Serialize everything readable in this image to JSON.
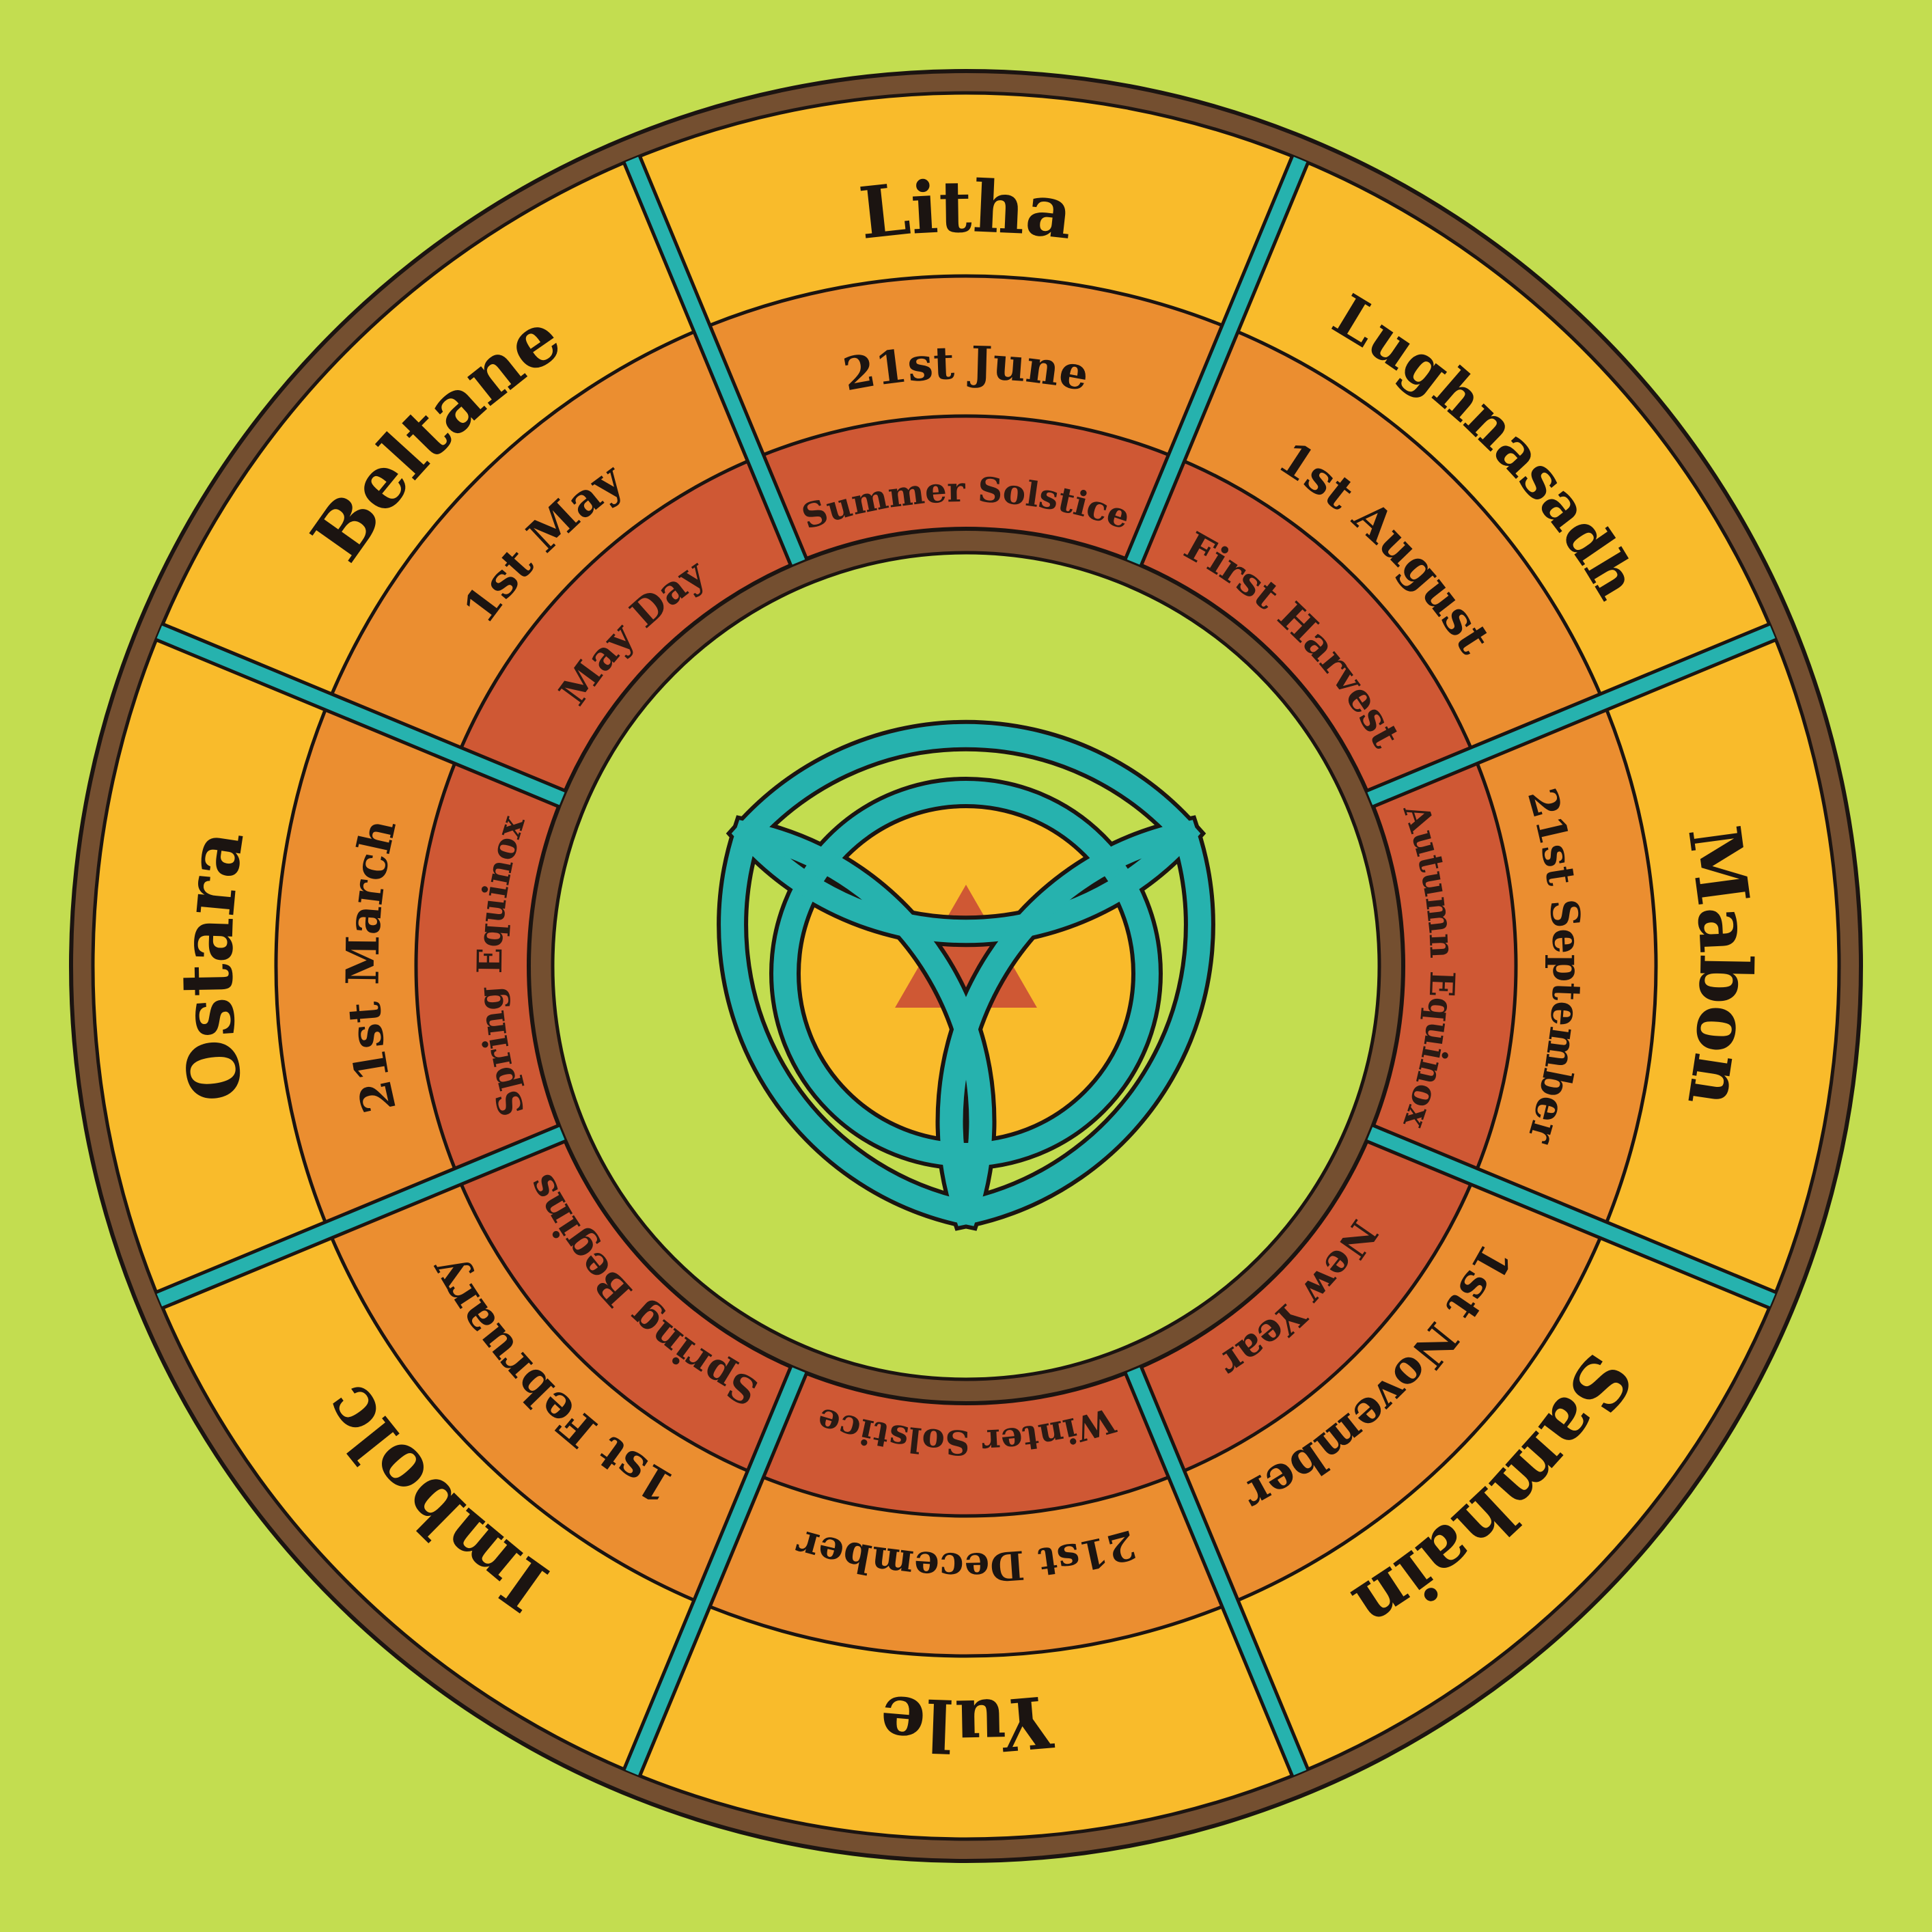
{
  "colors": {
    "background": "#c3dd50",
    "outer_ring": "#f9bb2b",
    "middle_ring": "#eb8e30",
    "inner_ring": "#cf5834",
    "rim": "#744f30",
    "divider": "#26b2ae",
    "line": "#1b1411",
    "knot_fill": "#f9bb2b",
    "knot_center": "#cf5834",
    "knot_ribbon": "#26b2ae"
  },
  "segments": [
    {
      "festival": "Litha",
      "date": "21st June",
      "event": "Summer Solstice"
    },
    {
      "festival": "Lughnasadh",
      "date": "1st August",
      "event": "First Harvest"
    },
    {
      "festival": "Mabon",
      "date": "21st September",
      "event": "Autumn Equinox"
    },
    {
      "festival": "Samhain",
      "date": "1st November",
      "event": "New Year"
    },
    {
      "festival": "Yule",
      "date": "21st December",
      "event": "Winter Solstice"
    },
    {
      "festival": "Imbolc",
      "date": "1st February",
      "event": "Spring Begins"
    },
    {
      "festival": "Ostara",
      "date": "21st March",
      "event": "Spring Equinox"
    },
    {
      "festival": "Beltane",
      "date": "1st May",
      "event": "May Day"
    }
  ],
  "center_symbol": "triquetra-icon"
}
